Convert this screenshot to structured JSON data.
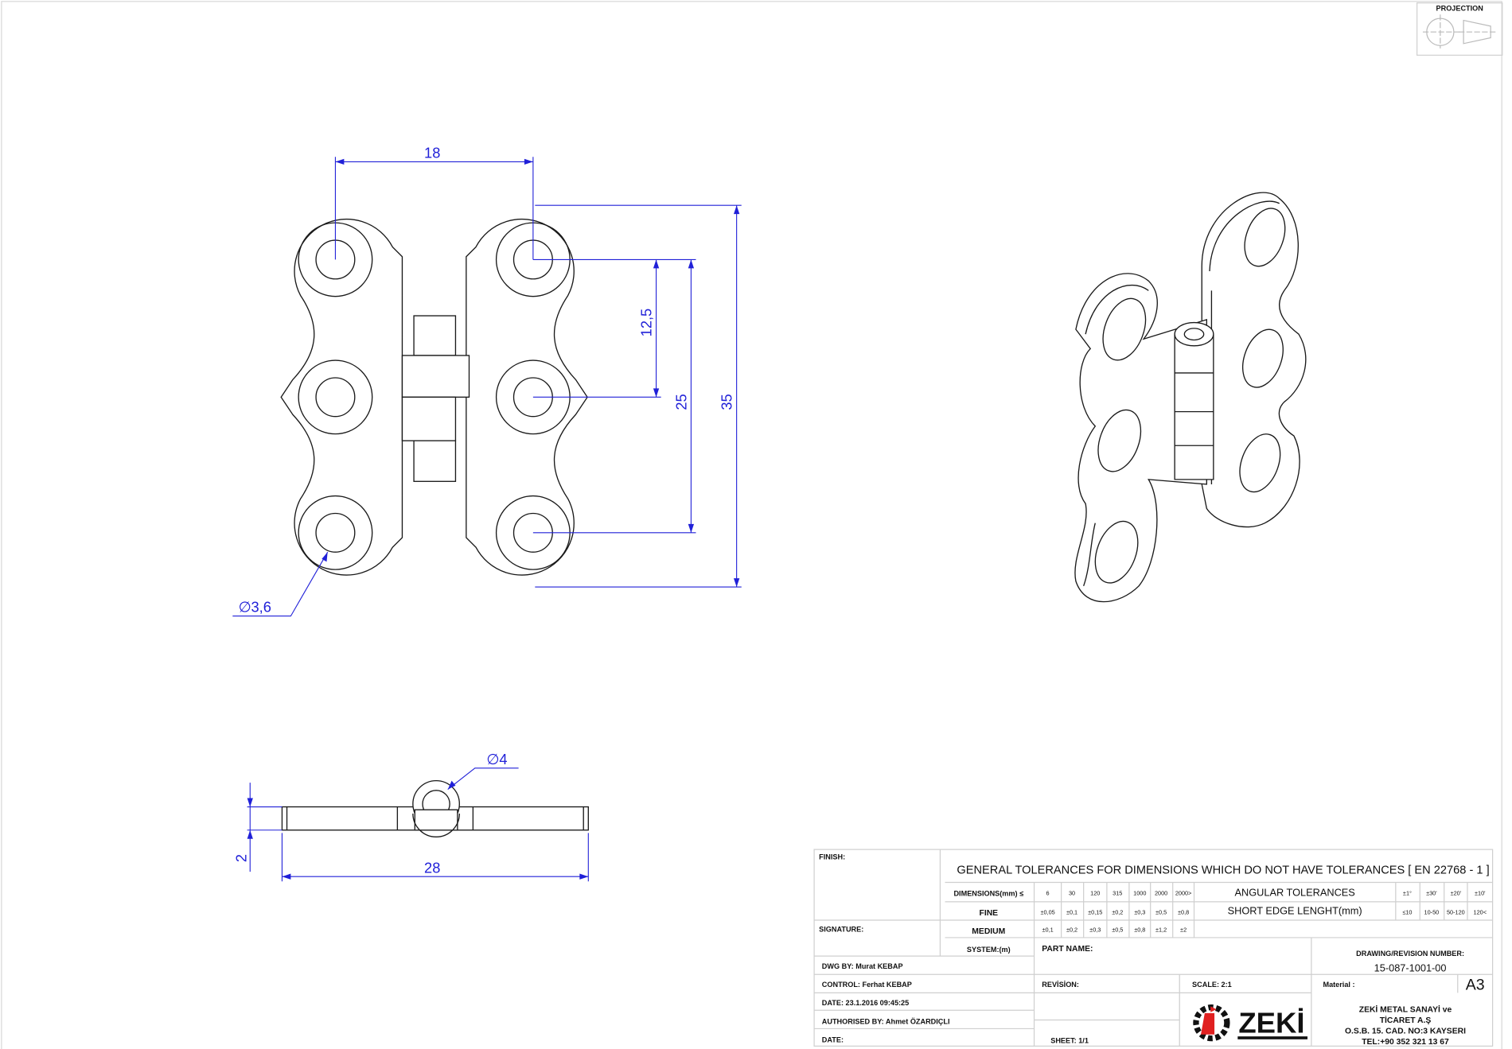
{
  "projection_label": "PROJECTION",
  "dimensions": {
    "hole_pitch_horizontal": "18",
    "hole_pitch_half": "12,5",
    "hole_pitch_vertical": "25",
    "overall_height": "35",
    "hole_diameter": "∅3,6",
    "pin_diameter": "∅4",
    "thickness": "2",
    "overall_width": "28"
  },
  "title_block": {
    "finish_label": "FINISH:",
    "signature_label": "SIGNATURE:",
    "general_tolerances": "GENERAL TOLERANCES FOR DIMENSIONS WHICH DO NOT HAVE TOLERANCES [ EN 22768 - 1 ]",
    "dimensions_label": "DIMENSIONS(mm) ≤",
    "dim_steps": [
      "6",
      "30",
      "120",
      "315",
      "1000",
      "2000",
      "2000>"
    ],
    "fine_label": "FINE",
    "fine_values": [
      "±0,05",
      "±0,1",
      "±0,15",
      "±0,2",
      "±0,3",
      "±0,5",
      "±0,8"
    ],
    "medium_label": "MEDIUM",
    "medium_values": [
      "±0,1",
      "±0,2",
      "±0,3",
      "±0,5",
      "±0,8",
      "±1,2",
      "±2"
    ],
    "angular_label": "ANGULAR  TOLERANCES",
    "angular_values": [
      "±1°",
      "±30'",
      "±20'",
      "±10'"
    ],
    "short_edge_label": "SHORT EDGE LENGHT(mm)",
    "short_edge_values": [
      "≤10",
      "10-50",
      "50-120",
      "120<"
    ],
    "system_label": "SYSTEM:(m)",
    "part_name_label": "PART NAME:",
    "drawing_number_label": "DRAWING/REVISION NUMBER:",
    "drawing_number": "15-087-1001-00",
    "dwg_by": "DWG BY:   Murat KEBAP",
    "control": "CONTROL:  Ferhat KEBAP",
    "date_created": "DATE: 23.1.2016 09:45:25",
    "authorised_by": "AUTHORISED BY: Ahmet ÖZARDIÇLI",
    "date_label": "DATE:",
    "revision_label": "REVİSİON:",
    "scale": "SCALE: 2:1",
    "material_label": "Material :",
    "sheet_size": "A3",
    "sheet": "SHEET: 1/1",
    "logo_text": "ZEKİ",
    "company_line1": "ZEKİ METAL SANAYİ ve",
    "company_line2": "TİCARET A.Ş",
    "company_line3": "O.S.B. 15. CAD. NO:3   KAYSERI",
    "company_line4": "TEL:+90 352 321 13 67"
  },
  "colors": {
    "dimension": "#2020d8",
    "logo_red": "#e02020",
    "outline": "#1a1a1a"
  }
}
